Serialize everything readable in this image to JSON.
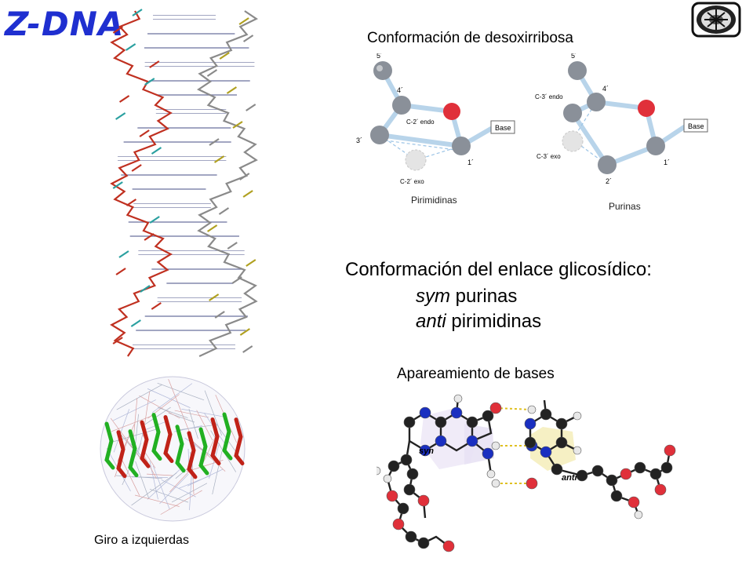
{
  "title": "Z-DNA",
  "sugar": {
    "heading": "Conformación de desoxirribosa",
    "left": {
      "caption": "Pirimidinas",
      "labels": {
        "c5": "5´",
        "c4": "4´",
        "c3": "3´",
        "c1": "1´",
        "endo": "C-2´ endo",
        "exo": "C-2´ exo",
        "base": "Base"
      }
    },
    "right": {
      "caption": "Purinas",
      "labels": {
        "c5": "5´",
        "c4": "4´",
        "c2": "2´",
        "c1": "1´",
        "endo": "C-3´ endo",
        "exo": "C-3´ exo",
        "base": "Base"
      }
    }
  },
  "glyco": {
    "heading": "Conformación del enlace glicosídico:",
    "line1_italic": "sym",
    "line1_rest": " purinas",
    "line2_italic": "anti",
    "line2_rest": "  pirimidinas"
  },
  "pairing": {
    "heading": "Apareamiento de bases",
    "label_sym": "syn",
    "label_anti": "anti"
  },
  "helix_caption": "Giro a  izquierdas",
  "colors": {
    "title": "#1f2fd0",
    "carbon": "#8a9099",
    "oxygen": "#e0303a",
    "bond": "#b8d4ea",
    "nitrogen": "#1a2fc0",
    "green": "#22b022",
    "red": "#c02218"
  }
}
